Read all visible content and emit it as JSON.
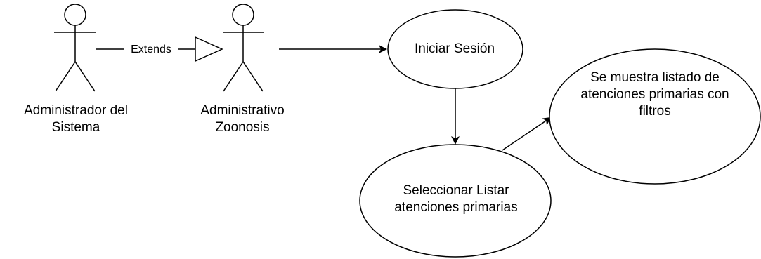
{
  "actors": [
    {
      "id": "admin-sistema",
      "label": "Administrador del\nSistema"
    },
    {
      "id": "admin-zoonosis",
      "label": "Administrativo\nZoonosis"
    }
  ],
  "relations": {
    "extends_label": "Extends"
  },
  "use_cases": [
    {
      "id": "iniciar-sesion",
      "label": "Iniciar Sesión"
    },
    {
      "id": "seleccionar-listar",
      "label": "Seleccionar Listar\natenciones primarias"
    },
    {
      "id": "listado-filtros",
      "label": "Se muestra listado de\natenciones primarias con\nfiltros"
    }
  ]
}
